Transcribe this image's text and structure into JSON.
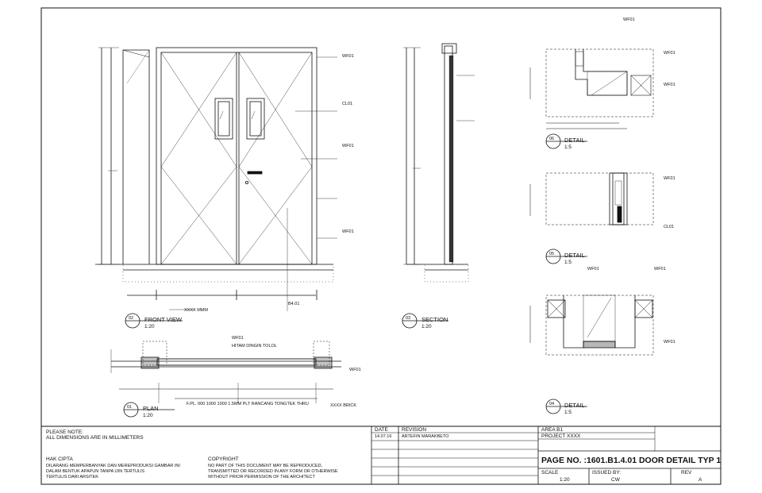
{
  "views": {
    "front_view": {
      "number": "02",
      "title": "FRONT VIEW",
      "scale": "1:20"
    },
    "section": {
      "number": "03",
      "title": "SECTION",
      "scale": "1:20"
    },
    "plan": {
      "number": "01",
      "title": "PLAN",
      "scale": "1:20"
    },
    "detail_06": {
      "number": "06",
      "title": "DETAIL",
      "scale": "1:5"
    },
    "detail_05": {
      "number": "05",
      "title": "DETAIL",
      "scale": "1:5"
    },
    "detail_04": {
      "number": "04",
      "title": "DETAIL",
      "scale": "1:5"
    }
  },
  "tags": [
    "WF01",
    "CL01"
  ],
  "annotations": {
    "plan_finish": "HITAM DINGIN TOLOL",
    "plan_frame": "F.PL. 000 1000 1000 1.5MM PLT RANCANG TONGTEK THRU",
    "wall_note": "XXXX BRICK",
    "cut_mark": "B4.01",
    "section_cut": "XXXX MMM"
  },
  "general_notes": {
    "please_note": "PLEASE NOTE:",
    "dimensions": "ALL DIMENSIONS ARE IN MILLIMETERS"
  },
  "company": {
    "name": "HAK CIPTA",
    "text_1": "DILARANG MEMPERBANYAK DAN MEREPRODUKSI GAMBAR INI",
    "text_2": "DALAM BENTUK APAPUN TANPA IJIN TERTULIS",
    "text_3": "TERTULIS DARI ARSITEK"
  },
  "copyright": {
    "title": "COPYRIGHT",
    "text_1": "NO PART OF THIS DOCUMENT MAY BE REPRODUCED,",
    "text_2": "TRANSMITTED OR RECORDED IN ANY FORM OR OTHERWISE",
    "text_3": "WITHOUT PRIOR PERMISSION OF THE ARCHITECT"
  },
  "revision_table": {
    "headers": [
      "DATE",
      "REVISION"
    ],
    "rows": [
      [
        "14.07.16",
        "ARTEFIN MARAKBETO"
      ],
      [
        "",
        ""
      ],
      [
        "",
        ""
      ],
      [
        "",
        ""
      ],
      [
        "",
        ""
      ],
      [
        "",
        ""
      ]
    ]
  },
  "title_block": {
    "area": "AREA B1",
    "project": "PROJECT XXXX",
    "page_no": "PAGE NO. :1601.B1.4.01 DOOR DETAIL TYP 1",
    "scale_label": "SCALE",
    "scale": "1:20",
    "issued_label": "ISSUED BY:",
    "issued": "CW",
    "rev_label": "REV",
    "rev": "A"
  }
}
